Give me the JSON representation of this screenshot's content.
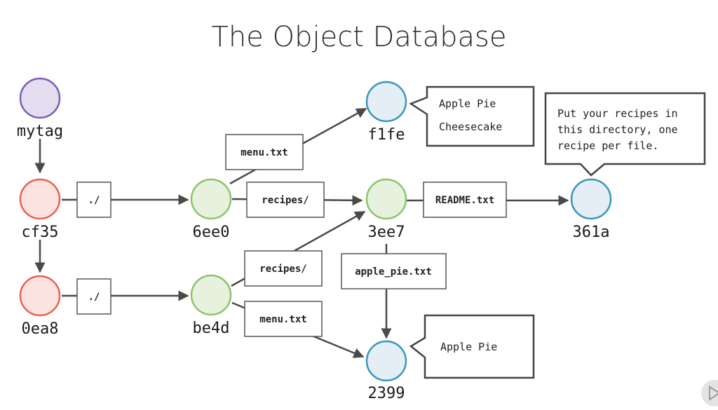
{
  "title": "The Object Database",
  "colors": {
    "tag_fill": "#e4dcef",
    "tag_stroke": "#7f5db4",
    "commit_fill": "#fde3e0",
    "commit_stroke": "#e9614f",
    "tree_fill": "#e6f2de",
    "tree_stroke": "#8cc46a",
    "blob_fill": "#e3eef6",
    "blob_stroke": "#3a96b7"
  },
  "nodes": {
    "mytag": "mytag",
    "cf35": "cf35",
    "0ea8": "0ea8",
    "6ee0": "6ee0",
    "be4d": "be4d",
    "f1fe": "f1fe",
    "3ee7": "3ee7",
    "361a": "361a",
    "2399": "2399"
  },
  "edges": {
    "cf35_6ee0": "./",
    "0ea8_be4d": "./",
    "6ee0_f1fe": "menu.txt",
    "6ee0_3ee7": "recipes/",
    "be4d_3ee7": "recipes/",
    "be4d_2399": "menu.txt",
    "3ee7_361a": "README.txt",
    "3ee7_2399": "apple_pie.txt"
  },
  "notes": {
    "f1fe": [
      "Apple Pie",
      "Cheesecake"
    ],
    "361a": [
      "Put your recipes in",
      "this directory, one",
      "recipe per file."
    ],
    "2399": [
      "Apple Pie"
    ]
  }
}
